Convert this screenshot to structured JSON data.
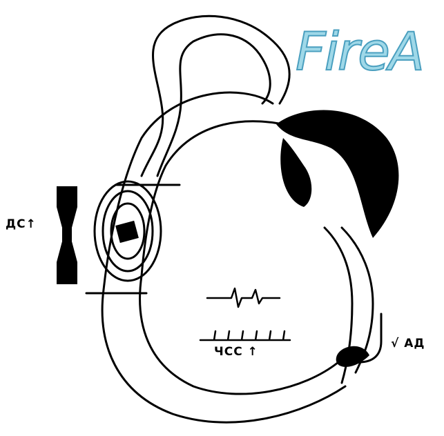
{
  "watermark": {
    "text": "FireA"
  },
  "labels": {
    "ds": "ДС",
    "ds_arrow": "↑",
    "hr": "ЧСС",
    "hr_arrow": "↑",
    "bp": "√ АД"
  },
  "colors": {
    "ink": "#000000",
    "watermark_fill": "#9fd8e8",
    "watermark_stroke": "#4a9fbf"
  }
}
